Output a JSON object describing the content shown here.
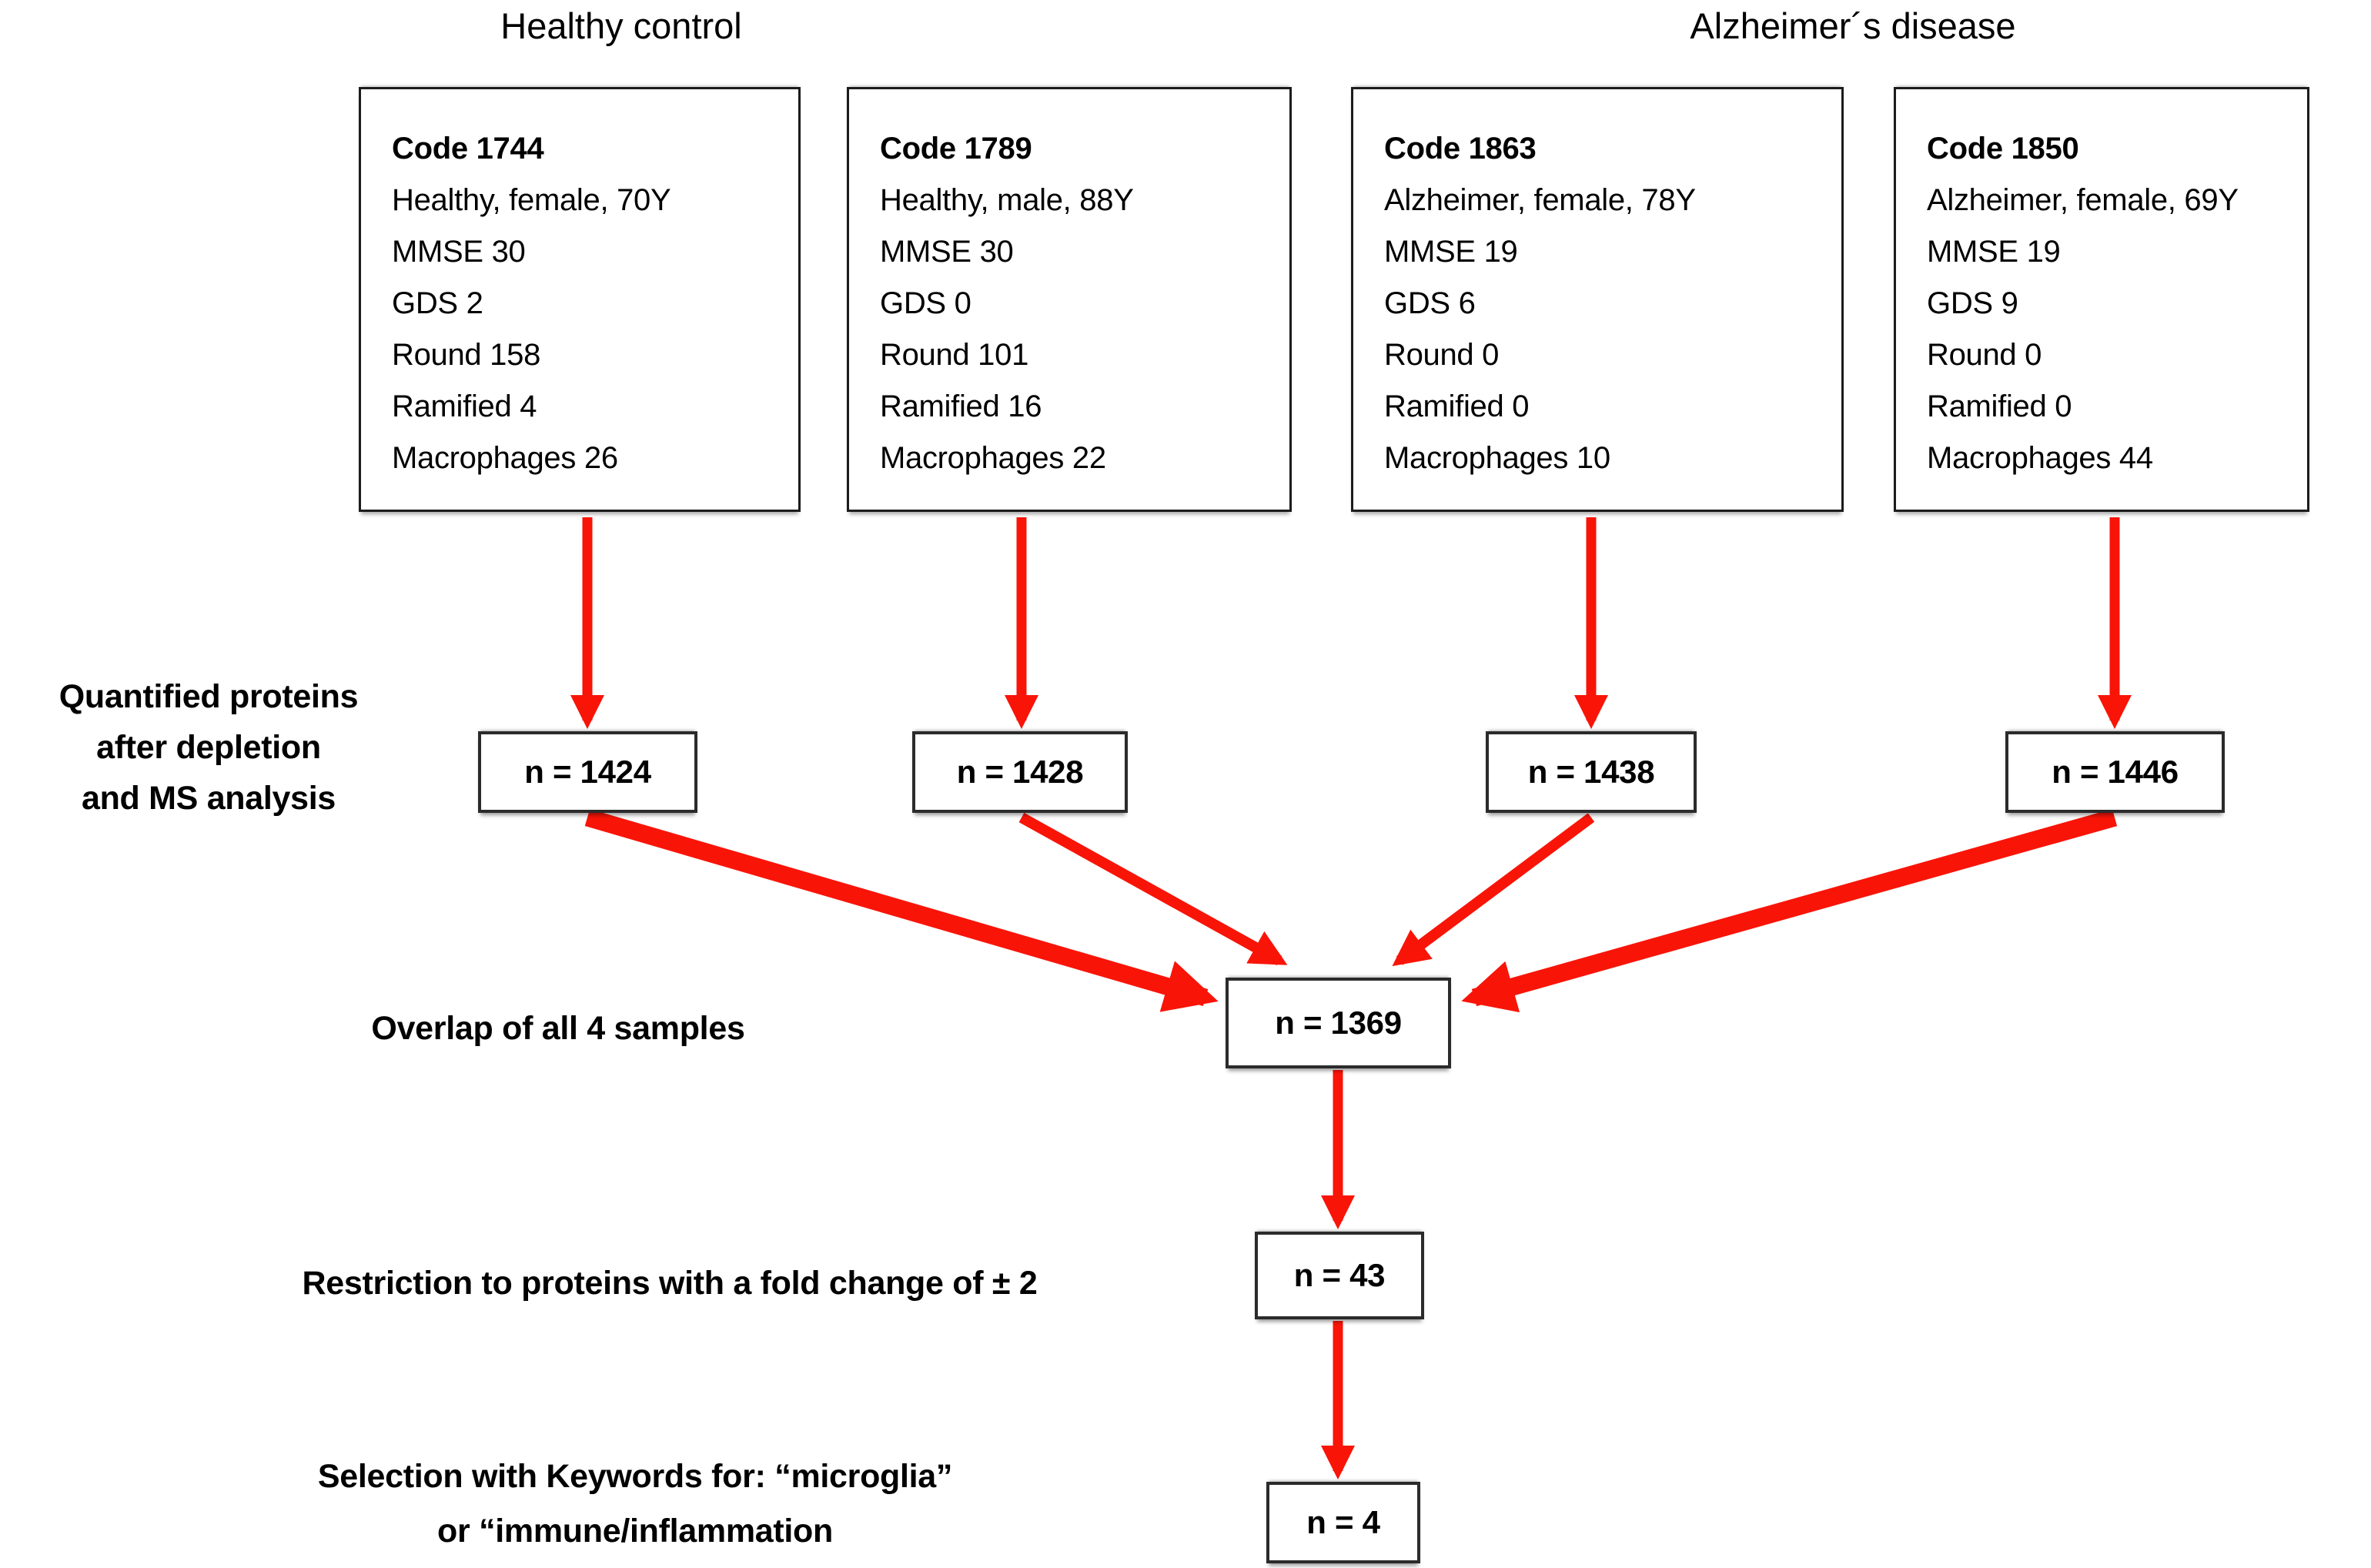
{
  "colors": {
    "arrow": "#f91408",
    "border": "#1c1c1c",
    "text": "#000000",
    "background": "#ffffff"
  },
  "group_headers": [
    {
      "label": "Healthy control"
    },
    {
      "label": "Alzheimer´s disease"
    }
  ],
  "patients": [
    {
      "code": "Code 1744",
      "details": [
        "Healthy, female, 70Y",
        "MMSE 30",
        "GDS 2",
        "Round 158",
        "Ramified 4",
        "Macrophages 26"
      ],
      "count": "n = 1424"
    },
    {
      "code": "Code 1789",
      "details": [
        "Healthy, male, 88Y",
        "MMSE 30",
        "GDS 0",
        "Round 101",
        "Ramified 16",
        "Macrophages 22"
      ],
      "count": "n = 1428"
    },
    {
      "code": "Code 1863",
      "details": [
        "Alzheimer, female, 78Y",
        "MMSE 19",
        "GDS 6",
        "Round 0",
        "Ramified 0",
        "Macrophages 10"
      ],
      "count": "n = 1438"
    },
    {
      "code": "Code 1850",
      "details": [
        "Alzheimer, female, 69Y",
        "MMSE 19",
        "GDS 9",
        "Round 0",
        "Ramified 0",
        "Macrophages 44"
      ],
      "count": "n = 1446"
    }
  ],
  "stages": {
    "quantified_label": "Quantified proteins\nafter depletion\nand MS analysis",
    "overlap_label": "Overlap of all 4 samples",
    "overlap_count": "n = 1369",
    "fold_label": "Restriction to proteins with a fold change of ± 2",
    "fold_count": "n = 43",
    "keyword_label": "Selection with Keywords for: “microglia”\nor “immune/inflammation",
    "keyword_count": "n = 4"
  }
}
